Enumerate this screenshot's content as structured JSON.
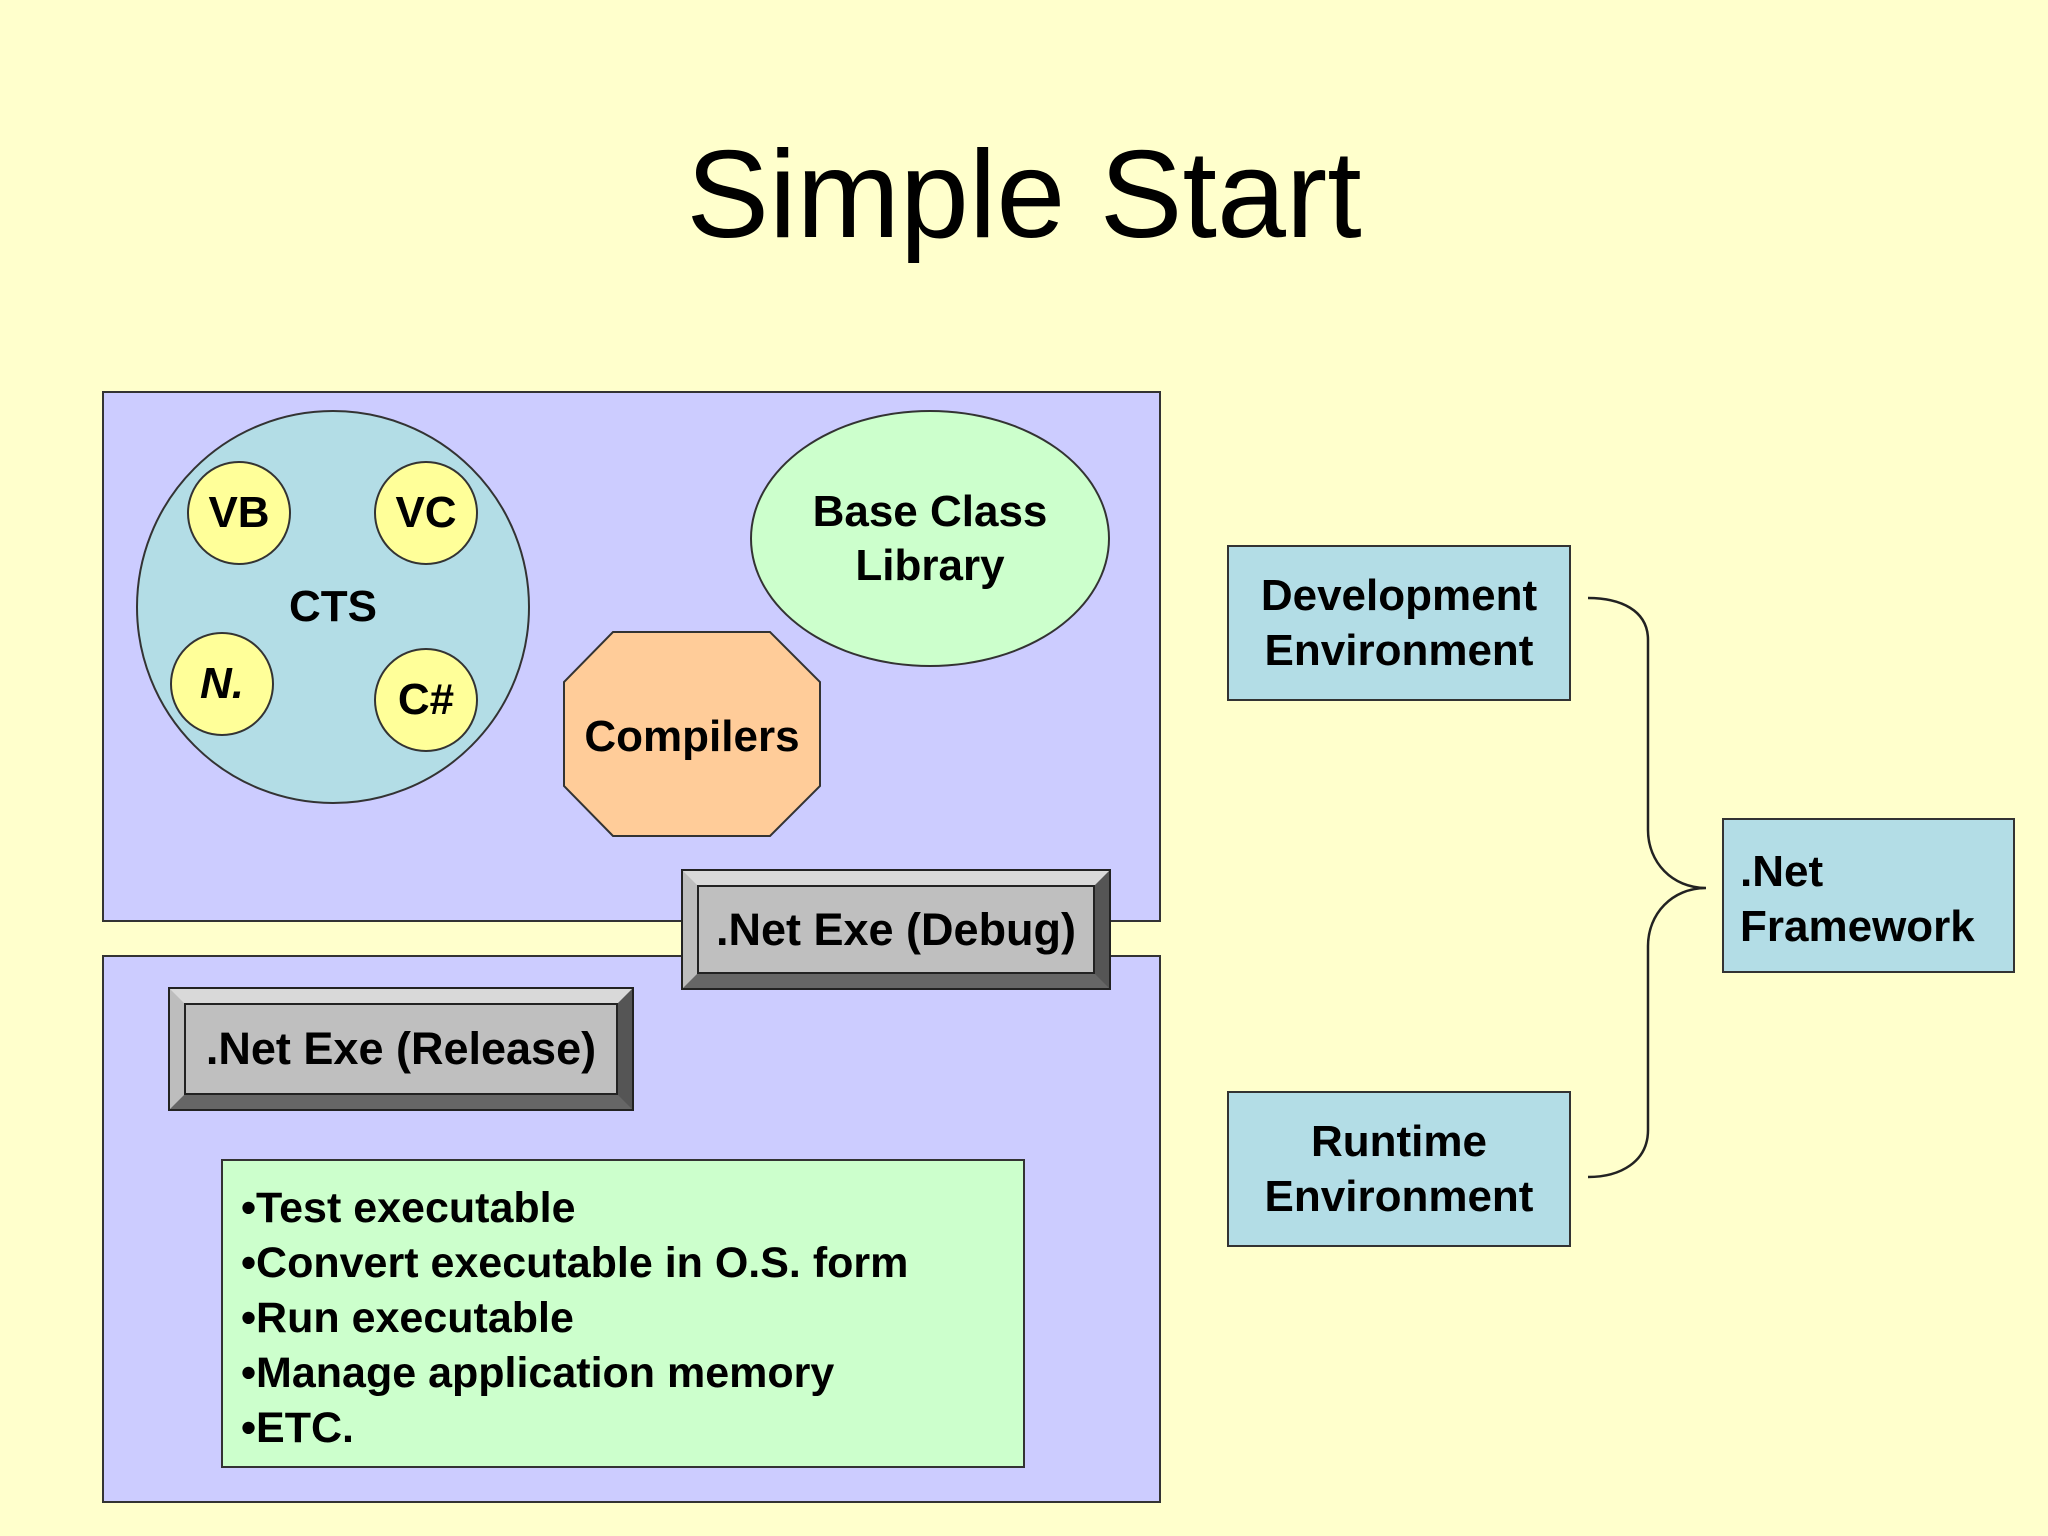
{
  "title": "Simple Start",
  "dev_panel": {
    "cts": {
      "label": "CTS",
      "languages": [
        "VB",
        "VC",
        "N.",
        "C#"
      ]
    },
    "base_class_library": [
      "Base Class",
      "Library"
    ],
    "compilers": "Compilers",
    "debug_exe": ".Net Exe (Debug)"
  },
  "runtime_panel": {
    "release_exe": ".Net Exe (Release)",
    "tasks": [
      "•Test executable",
      "•Convert executable in O.S. form",
      "•Run executable",
      "•Manage application memory",
      "•ETC."
    ]
  },
  "environments": {
    "development": [
      "Development",
      "Environment"
    ],
    "runtime": [
      "Runtime",
      "Environment"
    ]
  },
  "framework": [
    ".Net",
    "Framework"
  ],
  "colors": {
    "background": "#ffffcc",
    "panel": "#ccccff",
    "cts": "#b3dde6",
    "language": "#ffff99",
    "bcl": "#ccffcc",
    "compilers": "#ffcc99",
    "exe_button": "#bfbfbf",
    "environment": "#b3dde6"
  }
}
